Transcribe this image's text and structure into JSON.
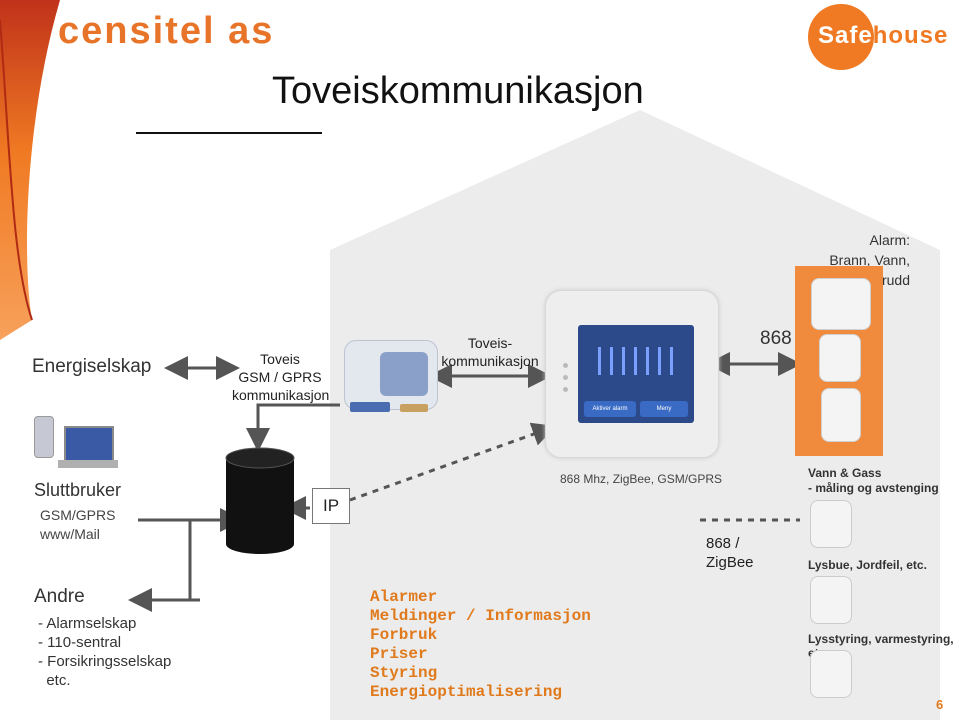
{
  "logos": {
    "left": "censitel as",
    "right_a": "Safe",
    "right_b": "house"
  },
  "title": "Toveiskommunikasjon",
  "nodes": {
    "energiselskap": "Energiselskap",
    "toveis_gsm": [
      "Toveis",
      "GSM / GPRS",
      "kommunikasjon"
    ],
    "toveis_komm": [
      "Toveis-",
      "kommunikasjon"
    ],
    "n868": "868",
    "alarm": [
      "Alarm:",
      "Brann, Vann, Innbrudd"
    ],
    "sluttbruker": "Sluttbruker",
    "sluttbruker_sub": [
      "GSM/GPRS",
      "www/Mail"
    ],
    "ip": "IP",
    "protocols": "868 Mhz, ZigBee, GSM/GPRS",
    "n868_zigbee": [
      "868 /",
      "ZigBee"
    ],
    "vann_gass": [
      "Vann & Gass",
      "- måling og avstenging"
    ],
    "lysbue": "Lysbue, Jordfeil, etc.",
    "lysstyring": "Lysstyring, varmestyring, etc.",
    "andre": "Andre",
    "andre_items": [
      "- Alarmselskap",
      "- 110-sentral",
      "- Forsikringsselskap",
      "  etc."
    ]
  },
  "display": {
    "btn1": "Aktiver alarm",
    "btn2": "Meny"
  },
  "alarm_list": [
    "Alarmer",
    "Meldinger / Informasjon",
    "Forbruk",
    "Priser",
    "Styring",
    "Energioptimalisering"
  ],
  "page_number": "6",
  "colors": {
    "orange": "#f07a23",
    "house_gray": "#ebebeb",
    "text_orange": "#e07a1c"
  }
}
